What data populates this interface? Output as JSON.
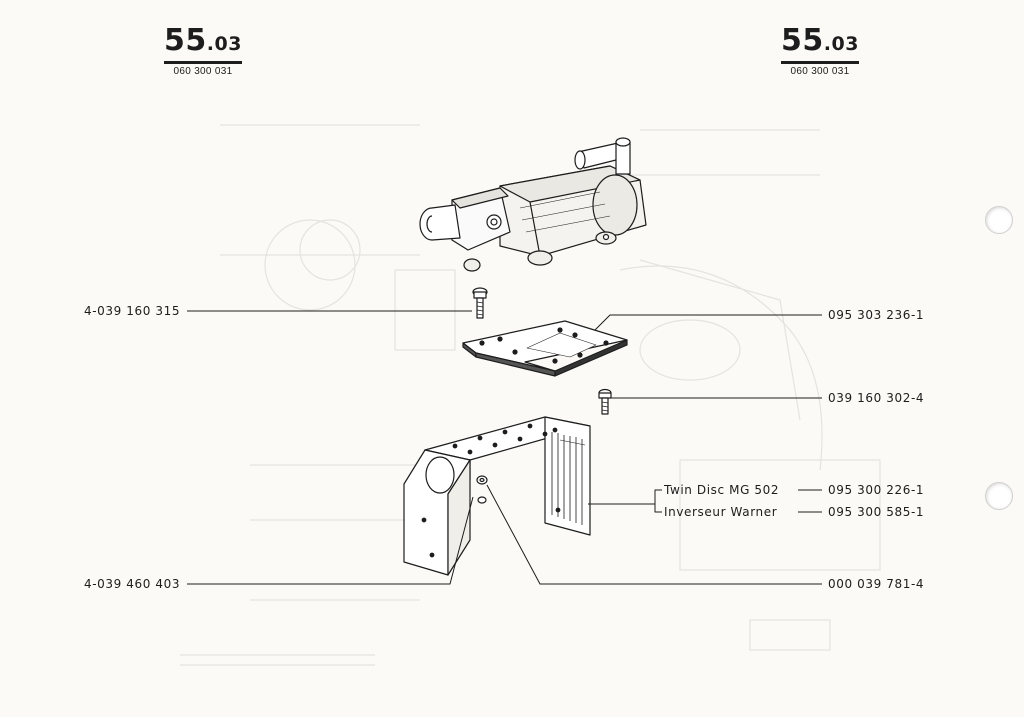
{
  "header": {
    "left": {
      "number": "55",
      "suffix": ".03",
      "code": "060 300 031"
    },
    "right": {
      "number": "55",
      "suffix": ".03",
      "code": "060 300 031"
    }
  },
  "callouts": {
    "screw_left": "4-039 160 315",
    "plate": "095 303 236-1",
    "screw_right": "039 160 302-4",
    "variant_1_name": "Twin Disc MG 502",
    "variant_1_ref": "095 300 226-1",
    "variant_2_name": "Inverseur Warner",
    "variant_2_ref": "095 300 585-1",
    "bolt_bottom_left": "4-039 460 403",
    "washer": "000 039 781-4"
  },
  "colors": {
    "ink": "#1d1d1d",
    "paper": "#fbfaf6"
  },
  "icons": [
    "punch-hole-icon",
    "heat-exchanger-drawing",
    "mounting-plate-drawing",
    "support-bracket-drawing",
    "screw-drawing"
  ]
}
